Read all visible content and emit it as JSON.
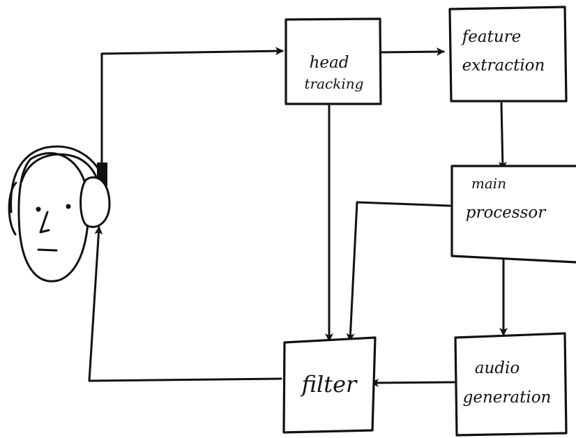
{
  "diagram": {
    "nodes": [
      {
        "id": "head-tracking",
        "lines": [
          "head",
          "tracking"
        ]
      },
      {
        "id": "feature-extraction",
        "lines": [
          "feature",
          "extraction"
        ]
      },
      {
        "id": "main-processor",
        "lines": [
          "main",
          "processor"
        ]
      },
      {
        "id": "filter",
        "lines": [
          "filter"
        ]
      },
      {
        "id": "audio-generation",
        "lines": [
          "audio",
          "generation"
        ]
      }
    ],
    "edges": [
      {
        "from": "listener-headphones",
        "to": "head-tracking"
      },
      {
        "from": "head-tracking",
        "to": "feature-extraction"
      },
      {
        "from": "feature-extraction",
        "to": "main-processor"
      },
      {
        "from": "head-tracking",
        "to": "filter"
      },
      {
        "from": "main-processor",
        "to": "filter"
      },
      {
        "from": "main-processor",
        "to": "audio-generation"
      },
      {
        "from": "audio-generation",
        "to": "filter"
      },
      {
        "from": "filter",
        "to": "listener-headphones"
      }
    ]
  }
}
